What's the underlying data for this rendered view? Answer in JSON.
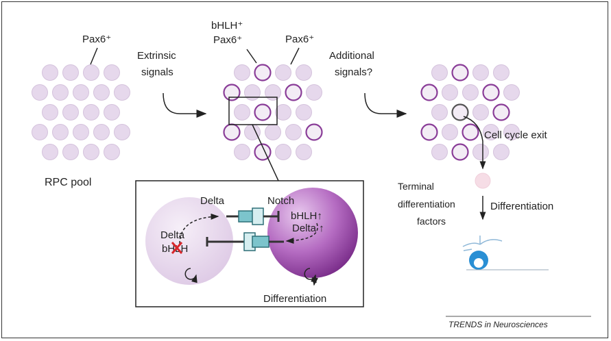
{
  "labels": {
    "pax6_left": "Pax6⁺",
    "extrinsic_signals_line1": "Extrinsic",
    "extrinsic_signals_line2": "signals",
    "bhlh_plus": "bHLH⁺",
    "pax6_plus_mid": "Pax6⁺",
    "pax6_mid_right": "Pax6⁺",
    "additional_signals_line1": "Additional",
    "additional_signals_line2": "signals?",
    "rpc_pool": "RPC pool",
    "cell_cycle_exit": "Cell cycle exit",
    "terminal_line1": "Terminal",
    "terminal_line2": "differentiation",
    "terminal_line3": "factors",
    "differentiation_right": "Differentiation",
    "journal": "TRENDS in Neurosciences"
  },
  "inset": {
    "delta_left": "Delta",
    "notch": "Notch",
    "bhlh_up": "bHLH↑",
    "delta_up": "Delta ↑",
    "delta_inner": "Delta",
    "bhlh_blocked": "bHLH",
    "differentiation": "Differentiation"
  },
  "colors": {
    "pale_cell": "#e6d8ec",
    "pale_cell_stroke": "#d4c2dc",
    "active_cell_stroke": "#8a3d98",
    "exit_cell_stroke": "#555555",
    "inset_left_fill": "#e9dcef",
    "inset_right_fill": "#a04cae",
    "red_x": "#d9262b",
    "teal": "#3a8f98",
    "neuron_blue": "#2a8fd4"
  }
}
